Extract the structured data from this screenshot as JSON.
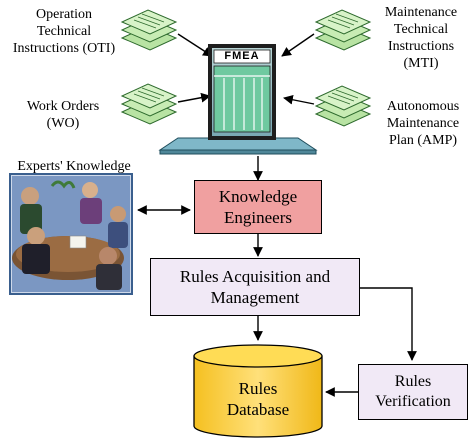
{
  "sources": {
    "oti": {
      "line1": "Operation",
      "line2": "Technical",
      "line3": "Instructions (OTI)"
    },
    "wo": {
      "line1": "Work Orders",
      "line2": "(WO)"
    },
    "mti": {
      "line1": "Maintenance",
      "line2": "Technical",
      "line3": "Instructions",
      "line4": "(MTI)"
    },
    "amp": {
      "line1": "Autonomous",
      "line2": "Maintenance",
      "line3": "Plan (AMP)"
    }
  },
  "fmea": {
    "label": "FMEA"
  },
  "experts": {
    "label": "Experts' Knowledge"
  },
  "nodes": {
    "knowledge_engineers": {
      "line1": "Knowledge",
      "line2": "Engineers"
    },
    "rules_acquisition": {
      "line1": "Rules Acquisition and",
      "line2": "Management"
    },
    "rules_database": {
      "line1": "Rules",
      "line2": "Database"
    },
    "rules_verification": {
      "line1": "Rules",
      "line2": "Verification"
    }
  },
  "colors": {
    "knowledge_engineers": "#f0a0a0",
    "rules_boxes": "#f1e9f6",
    "database": "#ffd54a",
    "document_stack": "#b8e3a3",
    "fmea_screen": "#6fc9a0"
  }
}
